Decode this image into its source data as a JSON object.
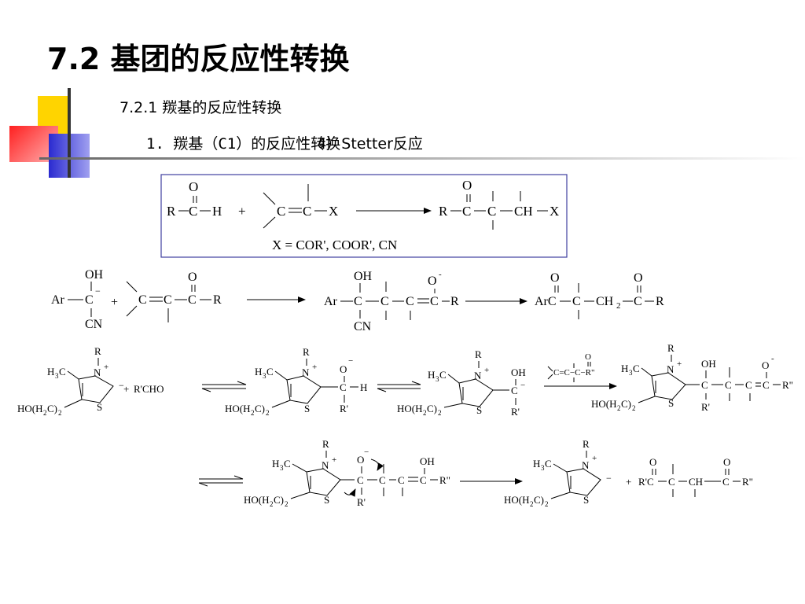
{
  "heading": {
    "title": "7.2  基团的反应性转换"
  },
  "section": {
    "subtitle": "7.2.1  羰基的反应性转换"
  },
  "item": {
    "prefix": "1. 羰基（C1）的反应性转换",
    "suffix": "4）Stetter反应"
  },
  "box": {
    "note": "X = COR',  COOR',  CN"
  },
  "reagents": {
    "aldehyde": "R'CHO"
  },
  "colors": {
    "accent_red": "#ff2020",
    "accent_yellow": "#ffd400",
    "accent_blue": "#3a3ad8",
    "box_border": "#4040a0"
  }
}
